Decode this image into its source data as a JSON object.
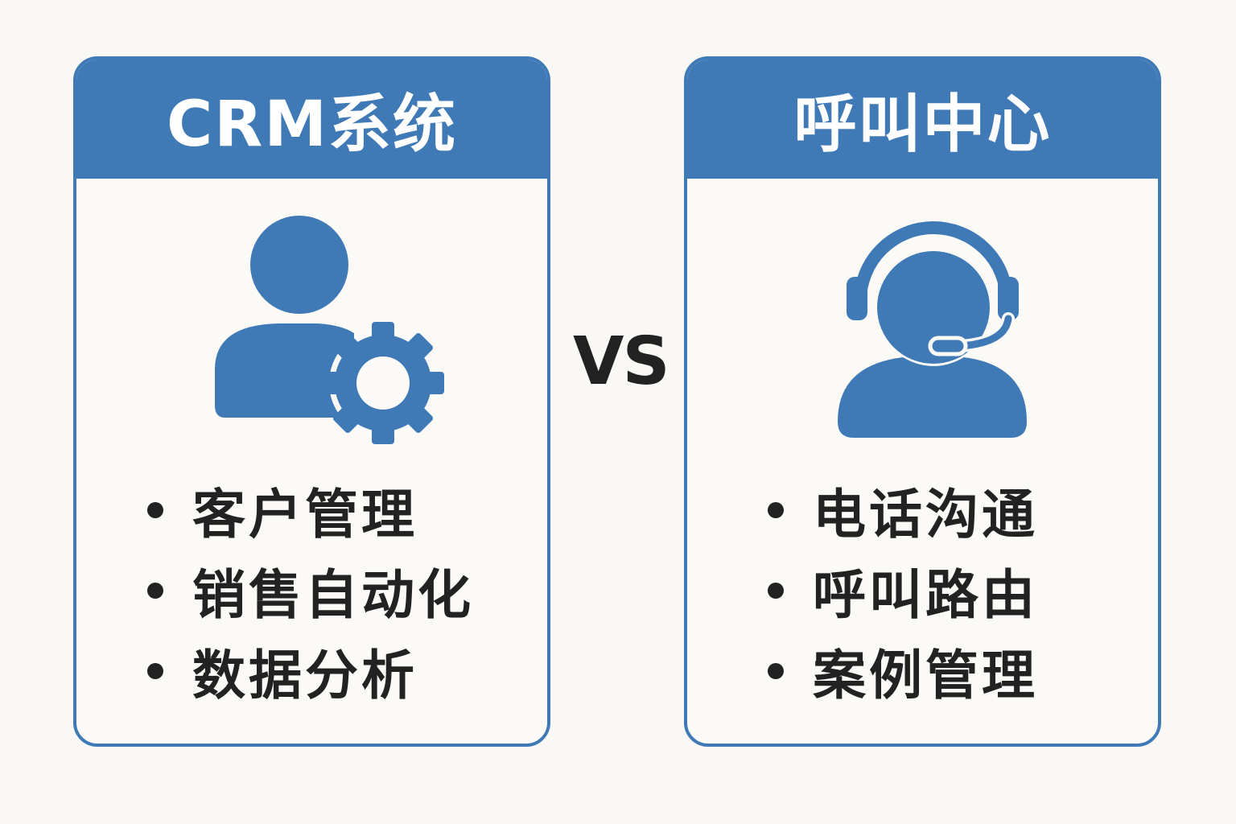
{
  "colors": {
    "accent": "#3f7ab6",
    "background": "#f9f8f5",
    "text": "#222222"
  },
  "left": {
    "title": "CRM系统",
    "icon": "user-gear-icon",
    "items": [
      "客户管理",
      "销售自动化",
      "数据分析"
    ]
  },
  "vs_label": "VS",
  "right": {
    "title": "呼叫中心",
    "icon": "headset-agent-icon",
    "items": [
      "电话沟通",
      "呼叫路由",
      "案例管理"
    ]
  }
}
